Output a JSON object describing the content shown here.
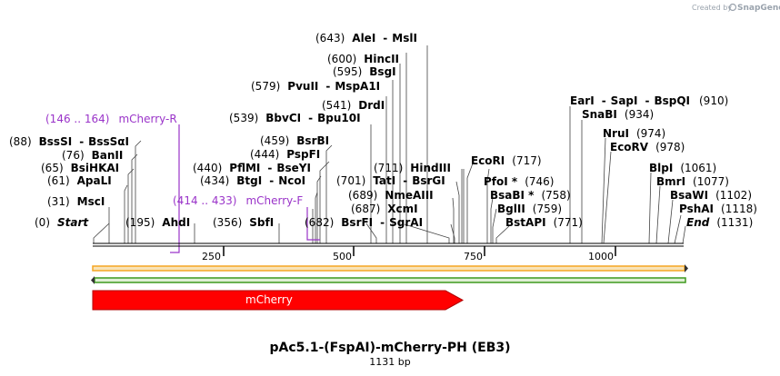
{
  "credit": {
    "prefix": "Created by",
    "brand": "SnapGene"
  },
  "title": "pAc5.1-(FspAI)-mCherry-PH (EB3)",
  "subtitle": "1131 bp",
  "scale": {
    "ticks": [
      "250",
      "500",
      "750",
      "1000"
    ]
  },
  "feature": {
    "label": "mCherry"
  },
  "primers": [
    {
      "range": "(146 .. 164)",
      "name": "mCherry-R"
    },
    {
      "range": "(414 .. 433)",
      "name": "mCherry-F"
    }
  ],
  "sites": [
    {
      "pos": "(643)",
      "name": "AleI",
      "name2": "MslI"
    },
    {
      "pos": "(600)",
      "name": "HincII"
    },
    {
      "pos": "(595)",
      "name": "BsgI"
    },
    {
      "pos": "(579)",
      "name": "PvuII",
      "name2": "MspA1I"
    },
    {
      "pos": "(541)",
      "name": "DrdI"
    },
    {
      "pos": "(539)",
      "name": "BbvCI",
      "name2": "Bpu10I"
    },
    {
      "pos": "(459)",
      "name": "BsrBI"
    },
    {
      "pos": "(444)",
      "name": "PspFI"
    },
    {
      "pos": "(440)",
      "name": "PflMI",
      "name2": "BseYI"
    },
    {
      "pos": "(434)",
      "name": "BtgI",
      "name2": "NcoI"
    },
    {
      "pos": "(88)",
      "name": "BssSI",
      "name2": "BssSαI"
    },
    {
      "pos": "(76)",
      "name": "BanII"
    },
    {
      "pos": "(65)",
      "name": "BsiHKAI"
    },
    {
      "pos": "(61)",
      "name": "ApaLI"
    },
    {
      "pos": "(31)",
      "name": "MscI"
    },
    {
      "pos": "(0)",
      "name": "Start"
    },
    {
      "pos": "(195)",
      "name": "AhdI"
    },
    {
      "pos": "(356)",
      "name": "SbfI"
    },
    {
      "pos": "(682)",
      "name": "BsrFI",
      "name2": "SgrAI"
    },
    {
      "pos": "(701)",
      "name": "TatI",
      "name2": "BsrGI"
    },
    {
      "pos": "(711)",
      "name": "HindIII"
    },
    {
      "pos": "(689)",
      "name": "NmeAIII"
    },
    {
      "pos": "(687)",
      "name": "XcmI"
    },
    {
      "pos": "(717)",
      "name": "EcoRI"
    },
    {
      "pos": "(746)",
      "name": "PfoI *"
    },
    {
      "pos": "(758)",
      "name": "BsaBI *"
    },
    {
      "pos": "(759)",
      "name": "BglII"
    },
    {
      "pos": "(771)",
      "name": "BstAPI"
    },
    {
      "pos": "(910)",
      "name": "EarI",
      "name2": "SapI",
      "name3": "BspQI"
    },
    {
      "pos": "(934)",
      "name": "SnaBI"
    },
    {
      "pos": "(974)",
      "name": "NruI"
    },
    {
      "pos": "(978)",
      "name": "EcoRV"
    },
    {
      "pos": "(1061)",
      "name": "BlpI"
    },
    {
      "pos": "(1077)",
      "name": "BmrI"
    },
    {
      "pos": "(1102)",
      "name": "BsaWI"
    },
    {
      "pos": "(1118)",
      "name": "PshAI"
    },
    {
      "pos": "(1131)",
      "name": "End"
    }
  ],
  "colors": {
    "feature": "#ff0000",
    "primer": "#9a34c9",
    "orange_track": "#f5a623",
    "green_track": "#3f9a1f"
  }
}
